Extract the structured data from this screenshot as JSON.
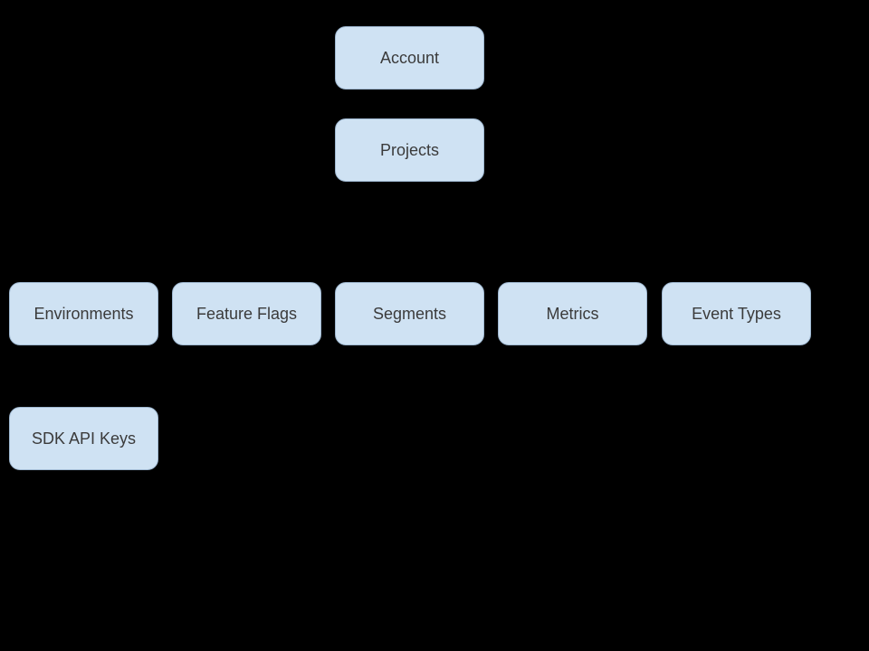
{
  "diagram": {
    "type": "hierarchy",
    "description": "Resource hierarchy diagram: Account, Projects, and project-level resources",
    "nodes": [
      {
        "id": "account",
        "label": "Account"
      },
      {
        "id": "projects",
        "label": "Projects"
      },
      {
        "id": "environments",
        "label": "Environments"
      },
      {
        "id": "feature-flags",
        "label": "Feature Flags"
      },
      {
        "id": "segments",
        "label": "Segments"
      },
      {
        "id": "metrics",
        "label": "Metrics"
      },
      {
        "id": "event-types",
        "label": "Event Types"
      },
      {
        "id": "sdk-api-keys",
        "label": "SDK API Keys"
      }
    ]
  },
  "colors": {
    "background": "#000000",
    "node_fill": "#cfe2f3",
    "node_border": "#9fb8d1",
    "node_text": "#3b3b3b"
  }
}
